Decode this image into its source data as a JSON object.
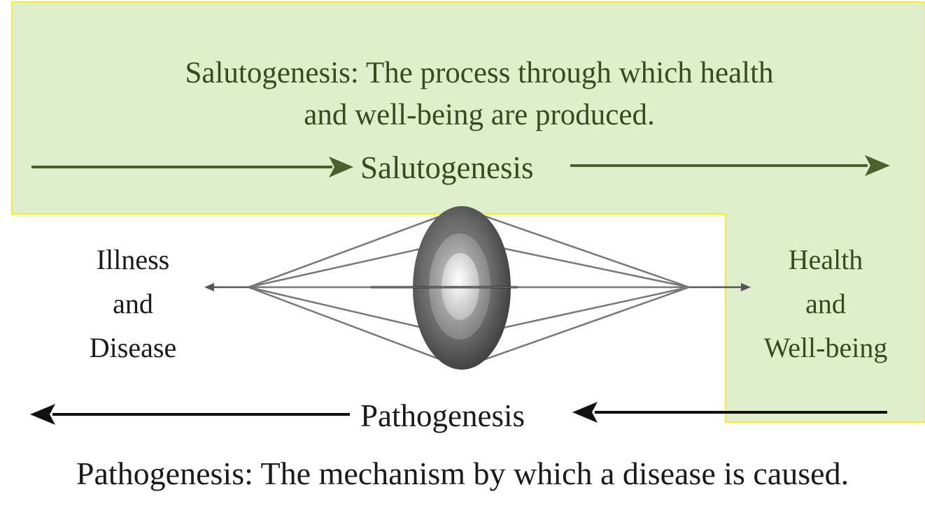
{
  "salutogenesis": {
    "definition_line1": "Salutogenesis: The process through which health",
    "definition_line2": "and well-being are produced.",
    "label": "Salutogenesis"
  },
  "left_pole": {
    "line1": "Illness",
    "line2": "and",
    "line3": "Disease"
  },
  "right_pole": {
    "line1": "Health",
    "line2": "and",
    "line3": "Well-being"
  },
  "pathogenesis": {
    "label": "Pathogenesis",
    "definition": "Pathogenesis: The mechanism by which a disease is caused."
  },
  "colors": {
    "salutogenesis_region": "#dfeecb",
    "region_border": "#f2ee2a",
    "salutogenesis_arrow": "#4c5f2c",
    "pathogenesis_arrow": "#111111"
  }
}
